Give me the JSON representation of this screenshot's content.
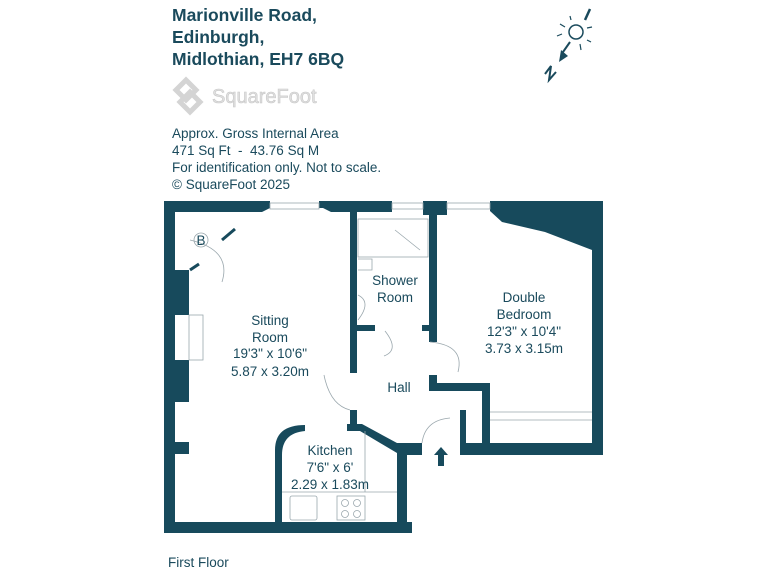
{
  "header": {
    "address_lines": [
      "Marionville Road,",
      "Edinburgh,",
      "Midlothian, EH7 6BQ"
    ],
    "logo_text": "SquareFoot"
  },
  "info": {
    "line1": "Approx. Gross Internal Area",
    "line2": "471 Sq Ft  -  43.76 Sq M",
    "line3": "For identification only. Not to scale.",
    "line4": "© SquareFoot 2025"
  },
  "compass": {
    "north_label": "N"
  },
  "rooms": {
    "sitting": {
      "name1": "Sitting",
      "name2": "Room",
      "imperial": "19'3\" x 10'6\"",
      "metric": "5.87 x 3.20m"
    },
    "shower": {
      "name1": "Shower",
      "name2": "Room"
    },
    "bedroom": {
      "name1": "Double",
      "name2": "Bedroom",
      "imperial": "12'3\" x 10'4\"",
      "metric": "3.73 x 3.15m"
    },
    "hall": {
      "name": "Hall"
    },
    "kitchen": {
      "name": "Kitchen",
      "imperial": "7'6\" x 6'",
      "metric": "2.29 x 1.83m"
    },
    "boiler": {
      "label": "B"
    }
  },
  "floor_label": "First Floor",
  "colors": {
    "wall": "#174a5c",
    "text": "#1a4a5c",
    "logo": "#d4d4d4"
  }
}
